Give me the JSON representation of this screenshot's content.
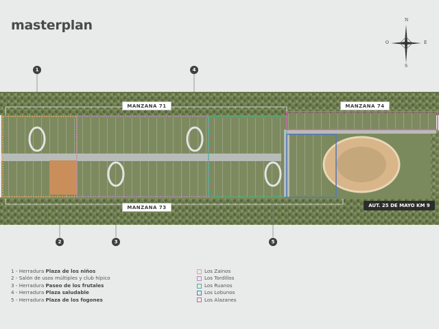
{
  "title": "masterplan",
  "compass": {
    "n": "N",
    "s": "S",
    "e": "E",
    "o": "O"
  },
  "manzanas": {
    "m71": "MANZANA 71",
    "m74": "MANZANA 74",
    "m73": "MANZANA 73"
  },
  "route_label": "AUT. 25 DE MAYO KM 9",
  "callouts": [
    "1",
    "4",
    "2",
    "3",
    "5"
  ],
  "legend_items": [
    {
      "num": "1",
      "prefix": " - Herradura ",
      "bold": "Plaza de los niños"
    },
    {
      "num": "2",
      "prefix": " - Salón de usos múltiples y club hípico",
      "bold": ""
    },
    {
      "num": "3",
      "prefix": " - Herradura ",
      "bold": "Paseo de los frutales"
    },
    {
      "num": "4",
      "prefix": " - Herradura ",
      "bold": "Plaza saludable"
    },
    {
      "num": "5",
      "prefix": " - Herradura ",
      "bold": "Plaza de los fogones"
    }
  ],
  "neighborhoods": [
    {
      "name": "Los Zainos",
      "color": "#e8a86a"
    },
    {
      "name": "Los Tordillos",
      "color": "#b98ac7"
    },
    {
      "name": "Los Ruanos",
      "color": "#3fb98c"
    },
    {
      "name": "Los Lobunos",
      "color": "#5a78b8"
    },
    {
      "name": "Los Alazanes",
      "color": "#c36aa0"
    }
  ]
}
